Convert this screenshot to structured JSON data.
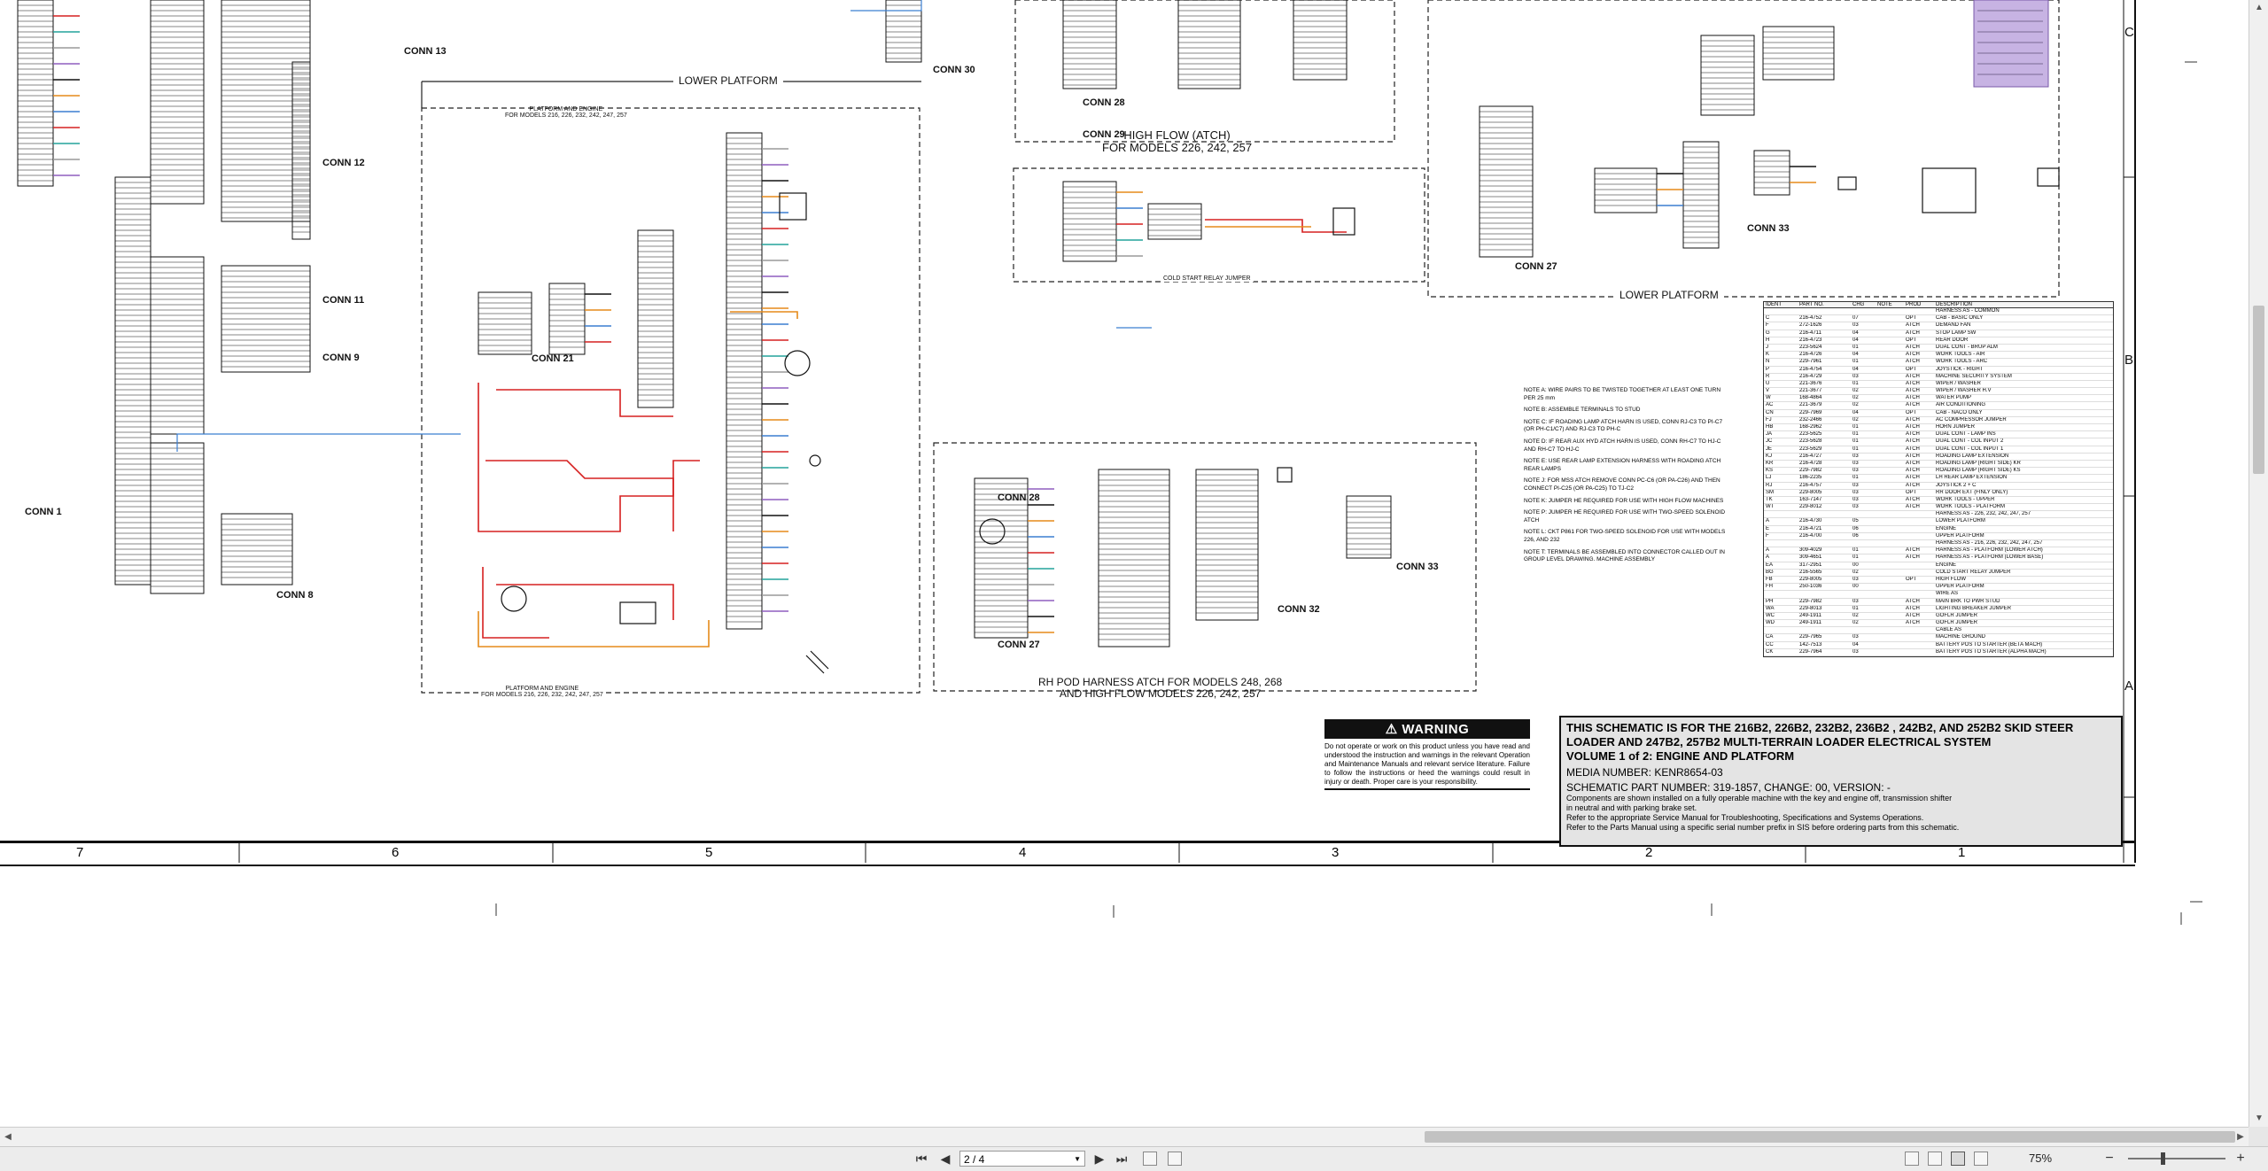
{
  "schematic": {
    "connector_labels": [
      "CONN 13",
      "CONN 12",
      "CONN 11",
      "CONN 9",
      "CONN 1",
      "CONN 8",
      "CONN 21",
      "CONN 30",
      "CONN 29",
      "CONN 28",
      "CONN 27",
      "CONN 33",
      "CONN 32",
      "CONN 27",
      "CONN 28",
      "CONN 33"
    ],
    "section_labels": {
      "lower_platform_1": "LOWER PLATFORM",
      "platform_engine_top": "PLATFORM AND ENGINE\nFOR MODELS 216, 226, 232, 242, 247, 257",
      "high_flow": "HIGH FLOW (ATCH)\nFOR MODELS 226, 242, 257",
      "cold_start": "COLD START RELAY JUMPER",
      "lower_platform_2": "LOWER PLATFORM",
      "platform_engine_bottom": "PLATFORM AND ENGINE\nFOR MODELS 216, 226, 232, 242, 247, 257",
      "rh_pod": "RH POD HARNESS ATCH FOR MODELS 248, 268\nAND HIGH FLOW MODELS 226, 242, 257"
    },
    "zone_columns": [
      "7",
      "6",
      "5",
      "4",
      "3",
      "2",
      "1"
    ],
    "zone_rows": [
      "C",
      "B",
      "A"
    ]
  },
  "notes": [
    "NOTE A: WIRE PAIRS TO BE TWISTED TOGETHER AT LEAST ONE TURN PER 25 mm",
    "NOTE B: ASSEMBLE TERMINALS TO STUD",
    "NOTE C: IF ROADING LAMP ATCH HARN IS USED, CONN RJ-C3 TO PI-C7 (OR PH-C1/C7) AND RJ-C3 TO PH-C",
    "NOTE D: IF REAR AUX HYD ATCH HARN IS USED, CONN RH-C7 TO HJ-C AND RH-C7 TO HJ-C",
    "NOTE E: USE REAR LAMP EXTENSION HARNESS WITH ROADING ATCH REAR LAMPS",
    "NOTE J: FOR MSS ATCH REMOVE CONN PC-C6 (OR PA-C26) AND THEN CONNECT PI-C25 (OR PA-C25) TO TJ-C2",
    "NOTE K: JUMPER HE REQUIRED FOR USE WITH HIGH FLOW MACHINES",
    "NOTE P: JUMPER HE REQUIRED FOR USE WITH TWO-SPEED SOLENOID ATCH",
    "NOTE L: CKT P861 FOR TWO-SPEED SOLENOID FOR USE WITH MODELS 226, AND 232",
    "NOTE T: TERMINALS BE ASSEMBLED INTO CONNECTOR CALLED OUT IN GROUP LEVEL DRAWING. MACHINE ASSEMBLY"
  ],
  "parts_table": {
    "headers": [
      "IDENT",
      "PART NO.",
      "CHG",
      "NOTE",
      "PROD",
      "DESCRIPTION"
    ],
    "rows": [
      [
        "",
        "",
        "",
        "",
        "",
        "HARNESS AS - COMMON"
      ],
      [
        "C",
        "216-4752",
        "07",
        "",
        "OPT",
        "CAB - BASIC ONLY"
      ],
      [
        "F",
        "272-1626",
        "03",
        "",
        "ATCH",
        "DEMAND FAN"
      ],
      [
        "G",
        "216-4711",
        "04",
        "",
        "ATCH",
        "STOP LAMP SW"
      ],
      [
        "H",
        "216-4723",
        "04",
        "",
        "OPT",
        "REAR DOOR"
      ],
      [
        "J",
        "223-5624",
        "01",
        "",
        "ATCH",
        "DUAL CONT - BRUP ALM"
      ],
      [
        "K",
        "216-4726",
        "04",
        "",
        "ATCH",
        "WORK TOOLS - AIR"
      ],
      [
        "N",
        "229-7961",
        "01",
        "",
        "ATCH",
        "WORK TOOLS - ARC"
      ],
      [
        "P",
        "216-4754",
        "04",
        "",
        "OPT",
        "JOYSTICK - RIGHT"
      ],
      [
        "R",
        "216-4729",
        "03",
        "",
        "ATCH",
        "MACHINE SECURITY SYSTEM"
      ],
      [
        "U",
        "221-3676",
        "01",
        "",
        "ATCH",
        "WIPER / WASHER"
      ],
      [
        "V",
        "221-3677",
        "02",
        "",
        "ATCH",
        "WIPER / WASHER H.V"
      ],
      [
        "W",
        "168-4864",
        "02",
        "",
        "ATCH",
        "WATER PUMP"
      ],
      [
        "AC",
        "221-3679",
        "02",
        "",
        "ATCH",
        "AIR CONDITIONING"
      ],
      [
        "CN",
        "229-7969",
        "04",
        "",
        "OPT",
        "CAB - NACO ONLY"
      ],
      [
        "FJ",
        "232-2466",
        "02",
        "",
        "ATCH",
        "AC COMPRESSOR JUMPER"
      ],
      [
        "HB",
        "168-2962",
        "01",
        "",
        "ATCH",
        "HORN JUMPER"
      ],
      [
        "JA",
        "223-5625",
        "01",
        "",
        "ATCH",
        "DUAL CONT - LAMP INS"
      ],
      [
        "JC",
        "223-5628",
        "01",
        "",
        "ATCH",
        "DUAL CONT - COL INPUT 2"
      ],
      [
        "JE",
        "223-5629",
        "01",
        "",
        "ATCH",
        "DUAL CONT - COL INPUT 1"
      ],
      [
        "KJ",
        "216-4727",
        "03",
        "",
        "ATCH",
        "ROADING LAMP EXTENSION"
      ],
      [
        "KR",
        "216-4728",
        "03",
        "",
        "ATCH",
        "ROADING LAMP (RIGHT SIDE) KR"
      ],
      [
        "KS",
        "229-7982",
        "03",
        "",
        "ATCH",
        "ROADING LAMP (RIGHT SIDE) KS"
      ],
      [
        "LJ",
        "186-2235",
        "01",
        "",
        "ATCH",
        "LH REAR LAMP EXTENSION"
      ],
      [
        "RJ",
        "216-4757",
        "03",
        "",
        "ATCH",
        "JOYSTICK 2 + C"
      ],
      [
        "SM",
        "229-8005",
        "03",
        "",
        "OPT",
        "RR DOOR EXT (FINLY ONLY)"
      ],
      [
        "TK",
        "163-7147",
        "03",
        "",
        "ATCH",
        "WORK TOOLS - UPPER"
      ],
      [
        "WT",
        "229-8012",
        "03",
        "",
        "ATCH",
        "WORK TOOLS - PLATFORM"
      ],
      [
        "",
        "",
        "",
        "",
        "",
        "HARNESS AS - 226, 232, 242, 247, 257"
      ],
      [
        "A",
        "216-4730",
        "05",
        "",
        "",
        "LOWER PLATFORM"
      ],
      [
        "E",
        "216-4721",
        "06",
        "",
        "",
        "ENGINE"
      ],
      [
        "F",
        "216-4700",
        "06",
        "",
        "",
        "UPPER PLATFORM"
      ],
      [
        "",
        "",
        "",
        "",
        "",
        "HARNESS AS - 216, 226, 232, 242, 247, 257"
      ],
      [
        "A",
        "309-4029",
        "01",
        "",
        "ATCH",
        "HARNESS AS - PLATFORM (LOWER ATCH)"
      ],
      [
        "A",
        "309-4651",
        "01",
        "",
        "ATCH",
        "HARNESS AS - PLATFORM (LOWER BASE)"
      ],
      [
        "EA",
        "317-2951",
        "00",
        "",
        "",
        "ENGINE"
      ],
      [
        "BG",
        "216-5565",
        "02",
        "",
        "",
        "COLD START RELAY JUMPER"
      ],
      [
        "FB",
        "229-8005",
        "03",
        "",
        "OPT",
        "HIGH FLOW"
      ],
      [
        "FH",
        "250-1036",
        "00",
        "",
        "",
        "UPPER PLATFORM"
      ],
      [
        "",
        "",
        "",
        "",
        "",
        "WIRE AS"
      ],
      [
        "PH",
        "229-7982",
        "03",
        "",
        "ATCH",
        "MAIN BRK TO PWR STUD"
      ],
      [
        "WA",
        "229-8013",
        "01",
        "",
        "ATCH",
        "LIGHTING BREAKER JUMPER"
      ],
      [
        "WC",
        "249-1911",
        "02",
        "",
        "ATCH",
        "GOFLR JUMPER"
      ],
      [
        "WD",
        "249-1911",
        "02",
        "",
        "ATCH",
        "GOFLR JUMPER"
      ],
      [
        "",
        "",
        "",
        "",
        "",
        "CABLE AS"
      ],
      [
        "CA",
        "229-7965",
        "03",
        "",
        "",
        "MACHINE GROUND"
      ],
      [
        "CC",
        "142-7513",
        "04",
        "",
        "",
        "BATTERY POS TO STARTER (BETA MACH)"
      ],
      [
        "CK",
        "229-7964",
        "03",
        "",
        "",
        "BATTERY POS TO STARTER (ALPHA MACH)"
      ]
    ]
  },
  "warning": {
    "heading": "WARNING",
    "text": "Do not operate or work on this product unless you have read and understood the instruction and warnings in the relevant Operation and Maintenance Manuals and relevant service literature. Failure to follow the instructions or heed the warnings could result in injury or death. Proper care is your responsibility."
  },
  "title_block": {
    "title": "THIS SCHEMATIC IS FOR THE 216B2, 226B2, 232B2, 236B2 , 242B2, AND 252B2 SKID STEER LOADER AND 247B2, 257B2 MULTI-TERRAIN LOADER ELECTRICAL SYSTEM",
    "volume": "VOLUME 1 of 2: ENGINE AND PLATFORM",
    "media": "MEDIA NUMBER: KENR8654-03",
    "part": "SCHEMATIC PART NUMBER: 319-1857, CHANGE: 00, VERSION: -",
    "line1": "Components are shown installed on a fully operable machine with the key and engine off, transmission shifter",
    "line2": "in neutral and with parking brake set.",
    "line3": "Refer to the appropriate Service Manual for Troubleshooting, Specifications and Systems Operations.",
    "line4": "Refer to the Parts Manual using a specific serial number prefix in SIS before ordering parts from this schematic."
  },
  "toolbar": {
    "first_page": "⏮",
    "prev_page": "◀",
    "page_value": "2 / 4",
    "next_page": "▶",
    "last_page": "⏭",
    "zoom_value": "75%",
    "zoom_out": "−",
    "zoom_in": "+"
  },
  "colors": {
    "wire_red": "#d62020",
    "wire_orange": "#e58a1a",
    "wire_purple": "#8f5fbf",
    "wire_blue": "#3b7fd1",
    "wire_teal": "#24a39b",
    "wire_gray": "#9a9a9a",
    "purple_box": "#c7b3e3"
  }
}
